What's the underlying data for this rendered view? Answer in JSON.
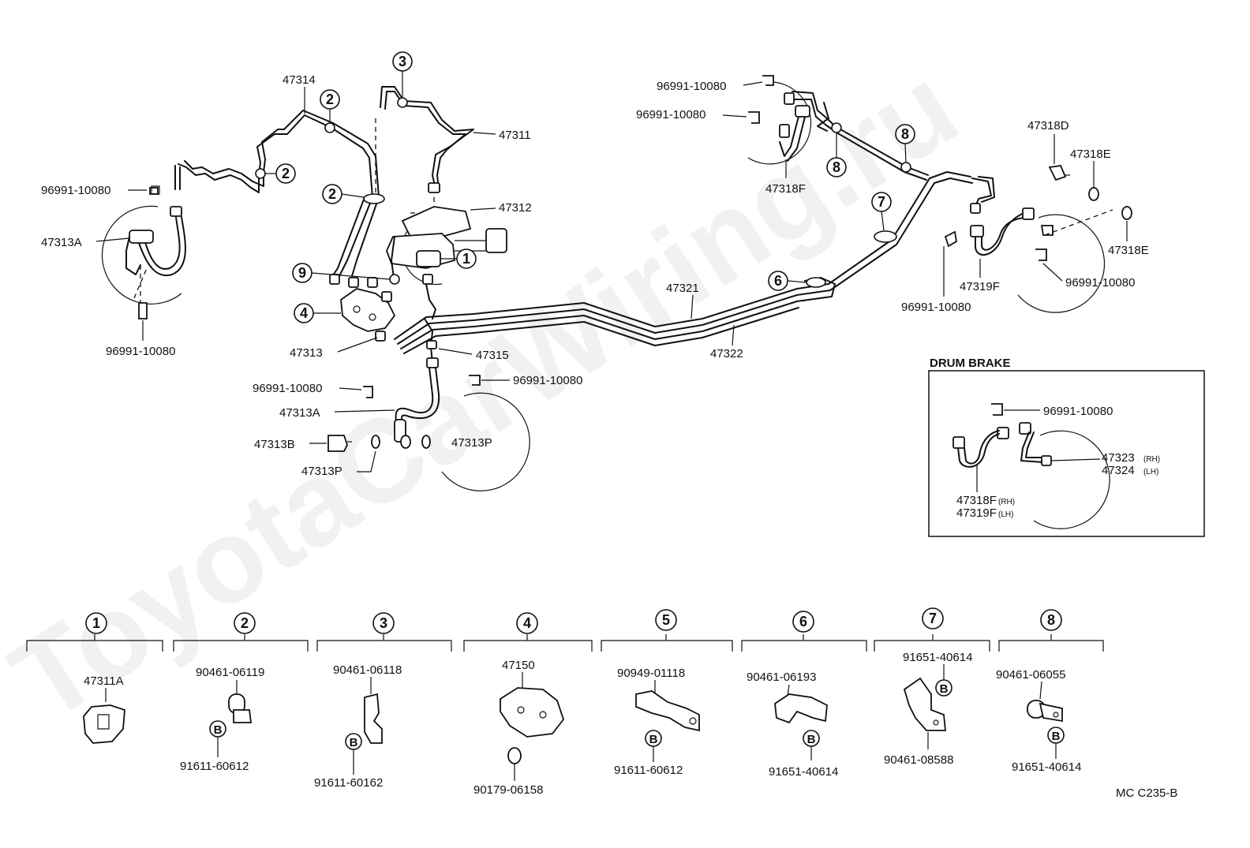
{
  "watermark": "ToyotaCarWiring.ru",
  "figure_code": "MC C235-B",
  "callout_markers": {
    "c1": "1",
    "c2a": "2",
    "c2b": "2",
    "c2c": "2",
    "c3": "3",
    "c4": "4",
    "c6": "6",
    "c7": "7",
    "c8a": "8",
    "c8b": "8",
    "c9": "9"
  },
  "main_labels": {
    "p47314": "47314",
    "p47311": "47311",
    "p47312": "47312",
    "clip_fl1": "96991-10080",
    "p47313A_left": "47313A",
    "clip_fl2": "96991-10080",
    "p47313": "47313",
    "p47315": "47315",
    "clip_c1": "96991-10080",
    "clip_c2": "96991-10080",
    "p47313A_lower": "47313A",
    "p47313B": "47313B",
    "p47313P_right": "47313P",
    "p47313P_left": "47313P",
    "p47321": "47321",
    "p47322": "47322",
    "clip_tr1": "96991-10080",
    "clip_tr2": "96991-10080",
    "p47318F": "47318F",
    "p47318D": "47318D",
    "p47318E_top": "47318E",
    "p47318E_right": "47318E",
    "p47319F": "47319F",
    "clip_rr1": "96991-10080",
    "clip_rr2": "96991-10080"
  },
  "drum_brake": {
    "title": "DRUM BRAKE",
    "clip": "96991-10080",
    "p47323": "47323",
    "p47323_side": "(RH)",
    "p47324": "47324",
    "p47324_side": "(LH)",
    "p47318F": "47318F",
    "p47318F_side": "(RH)",
    "p47319F": "47319F",
    "p47319F_side": "(LH)"
  },
  "detail_groups": [
    {
      "num": "1",
      "parts": [
        "47311A"
      ]
    },
    {
      "num": "2",
      "parts": [
        "90461-06119",
        "91611-60612"
      ]
    },
    {
      "num": "3",
      "parts": [
        "90461-06118",
        "91611-60162"
      ]
    },
    {
      "num": "4",
      "parts": [
        "47150",
        "90179-06158"
      ]
    },
    {
      "num": "5",
      "parts": [
        "90949-01118",
        "91611-60612"
      ]
    },
    {
      "num": "6",
      "parts": [
        "90461-06193",
        "91651-40614"
      ]
    },
    {
      "num": "7",
      "parts": [
        "91651-40614",
        "90461-08588"
      ]
    },
    {
      "num": "8",
      "parts": [
        "90461-06055",
        "91651-40614"
      ]
    }
  ],
  "bolt_marker": "B"
}
